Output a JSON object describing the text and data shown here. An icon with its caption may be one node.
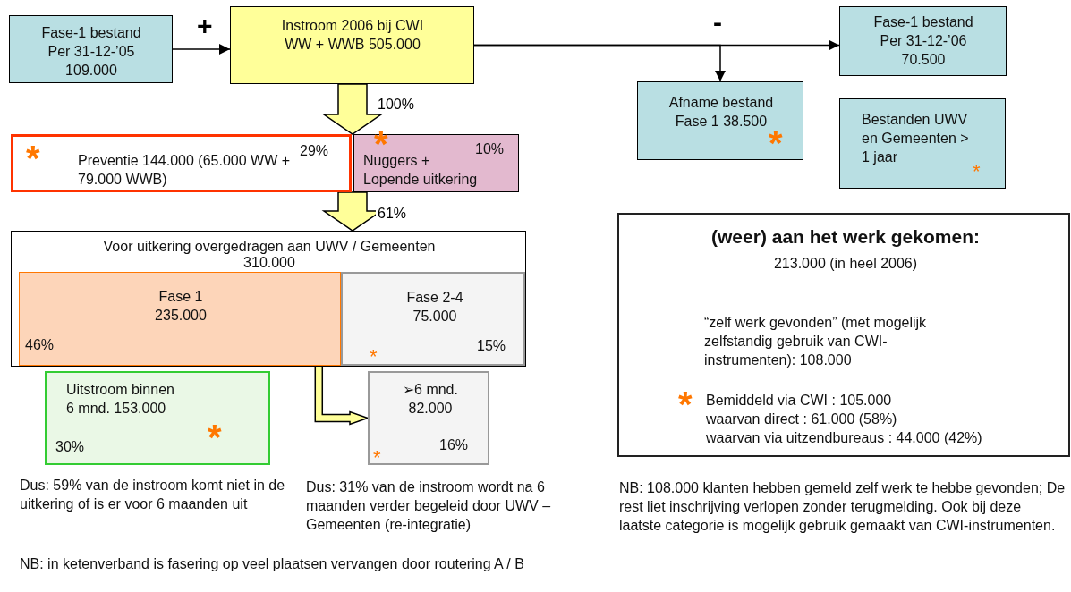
{
  "diagram": {
    "nodes": [
      {
        "text": [
          "Fase-1 bestand Per 31-12-’05 109.000"
        ]
      },
      {
        "text": [
          "Instroom 2006 bij CWI WW + WWB 505.000"
        ]
      },
      {
        "text": [
          "Fase-1 bestand Per 31-12-’06 70.500"
        ]
      },
      {
        "text": [
          "Afname bestand Fase 1 38.500",
          "*"
        ]
      },
      {
        "text": [
          "Bestanden UWV en Gemeenten > 1 jaar",
          "*"
        ]
      },
      {
        "text": [
          "*",
          "29%",
          "Preventie 144.000 (65.000 WW + 79.000 WWB)"
        ]
      },
      {
        "text": [
          "*",
          "10%",
          "Nuggers + Lopende uitkering"
        ]
      },
      {
        "text": [
          "Voor uitkering overgedragen aan UWV / Gemeenten",
          "310.000"
        ]
      },
      {
        "text": [
          "Fase 1 235.000",
          "46%"
        ],
        "in": 7
      },
      {
        "text": [
          "Fase 2-4 75.000",
          "15%",
          "*"
        ],
        "in": 7
      },
      {
        "text": [
          "Uitstroom binnen 6 mnd. 153.000",
          "30%",
          "*"
        ]
      },
      {
        "text": [
          "➢6 mnd. 82.000",
          "16%",
          "*"
        ]
      },
      {
        "text": [
          "(weer) aan het werk gekomen:",
          "213.000 (in heel 2006)",
          "“zelf werk gevonden” (met mogelijk zelfstandig gebruik van CWI-instrumenten): 108.000",
          "*",
          "Bemiddeld via CWI : 105.000",
          "waarvan direct : 61.000 (58%)",
          "waarvan via uitzendbureaus : 44.000 (42%)"
        ]
      }
    ],
    "edges": [
      {
        "from": 0,
        "to": 1,
        "arrow": "to",
        "label": "+"
      },
      {
        "from": 1,
        "to": 2,
        "arrow": "to",
        "label": "-"
      },
      {
        "from": 1,
        "to": 3,
        "arrow": "to"
      },
      {
        "from": 1,
        "to": 5,
        "arrow": "to",
        "label": "100%",
        "style": "thick",
        "color": "#ffff99"
      },
      {
        "from": 1,
        "to": 6,
        "arrow": "to",
        "style": "thick",
        "color": "#ffff99"
      },
      {
        "from": 5,
        "to": 7,
        "arrow": "to",
        "label": "61%",
        "style": "thick",
        "color": "#ffff99"
      },
      {
        "from": 6,
        "to": 7,
        "arrow": "to",
        "style": "thick",
        "color": "#ffff99"
      },
      {
        "from": 9,
        "to": 11,
        "arrow": "to",
        "style": "thick",
        "color": "#ffff99"
      }
    ],
    "labels": [
      "Dus: 59% van de instroom komt niet in de uitkering of is er voor 6 maanden uit",
      "Dus: 31% van de instroom wordt na 6 maanden verder begeleid door UWV – Gemeenten (re-integratie)",
      "NB: in ketenverband is fasering op veel plaatsen vervangen door routering A / B",
      "NB: 108.000 klanten hebben gemeld zelf werk te hebbe gevonden; De rest liet inschrijving verlopen zonder terugmelding. Ook bij deze laatste categorie is mogelijk gebruik gemaakt van CWI-instrumenten."
    ]
  }
}
